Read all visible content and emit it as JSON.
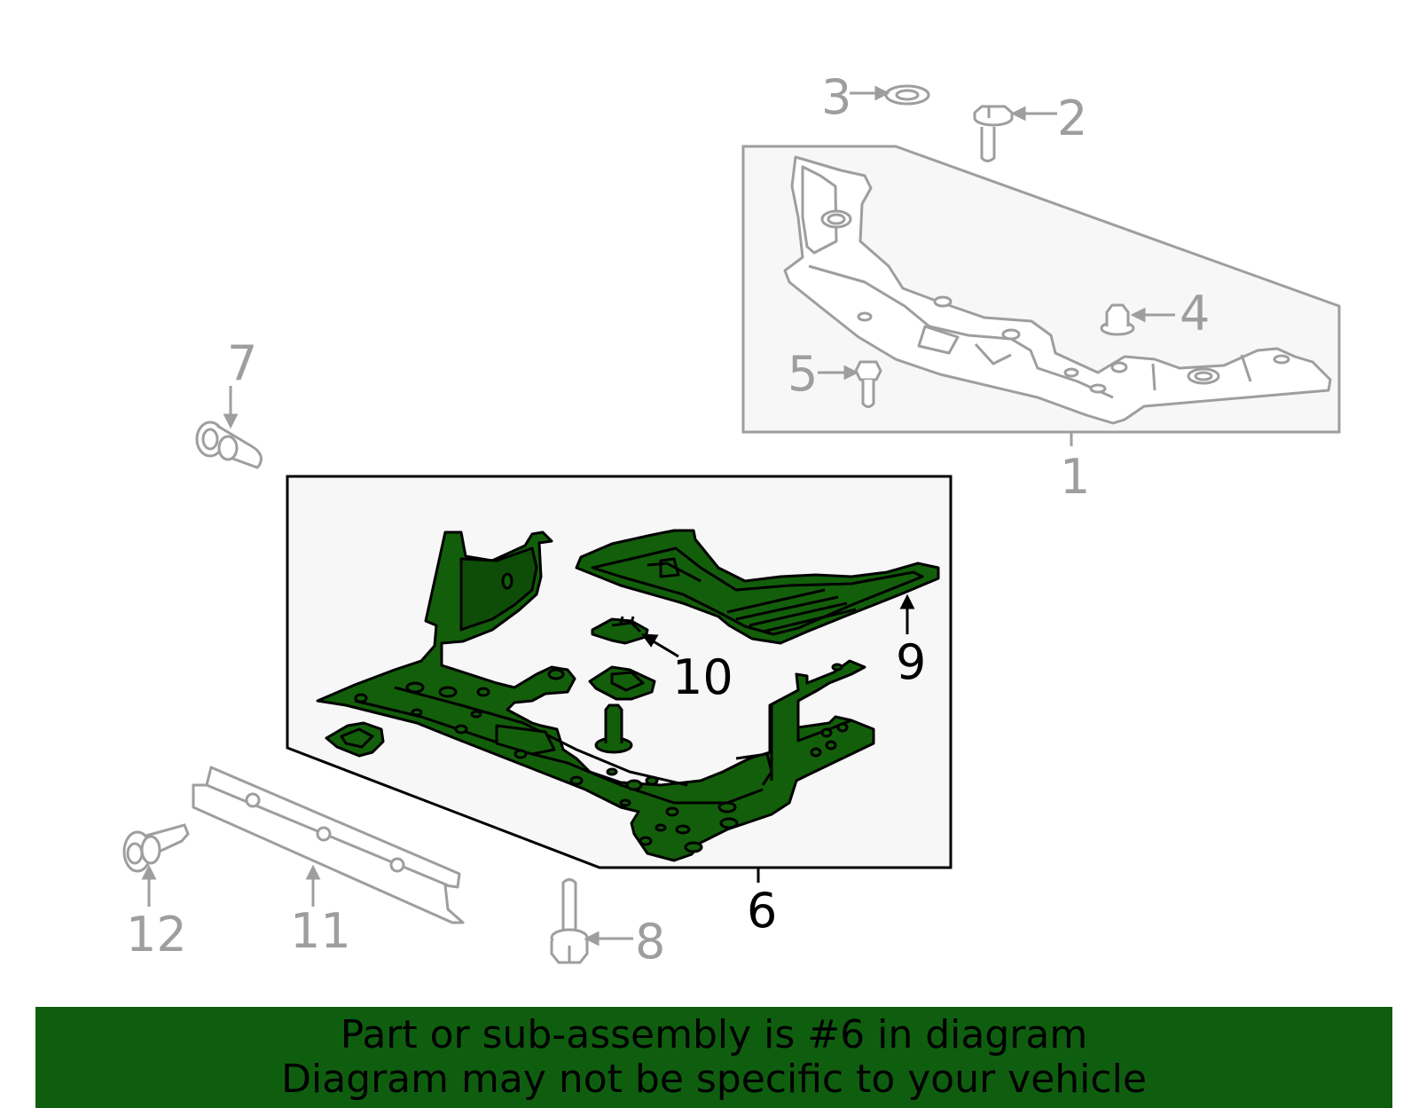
{
  "callouts": {
    "c1": "1",
    "c2": "2",
    "c3": "3",
    "c4": "4",
    "c5": "5",
    "c6": "6",
    "c7": "7",
    "c8": "8",
    "c9": "9",
    "c10": "10",
    "c11": "11",
    "c12": "12"
  },
  "highlight_part": "6",
  "colors": {
    "highlight_fill": "#135e0a",
    "banner_bg": "#0f5e0f",
    "dim_parts": "#9e9e9e",
    "panel_bg": "#f7f7f7"
  },
  "banner": {
    "line1": "Part or sub-assembly is #6 in diagram",
    "line2": "Diagram may not be specific to your vehicle"
  }
}
